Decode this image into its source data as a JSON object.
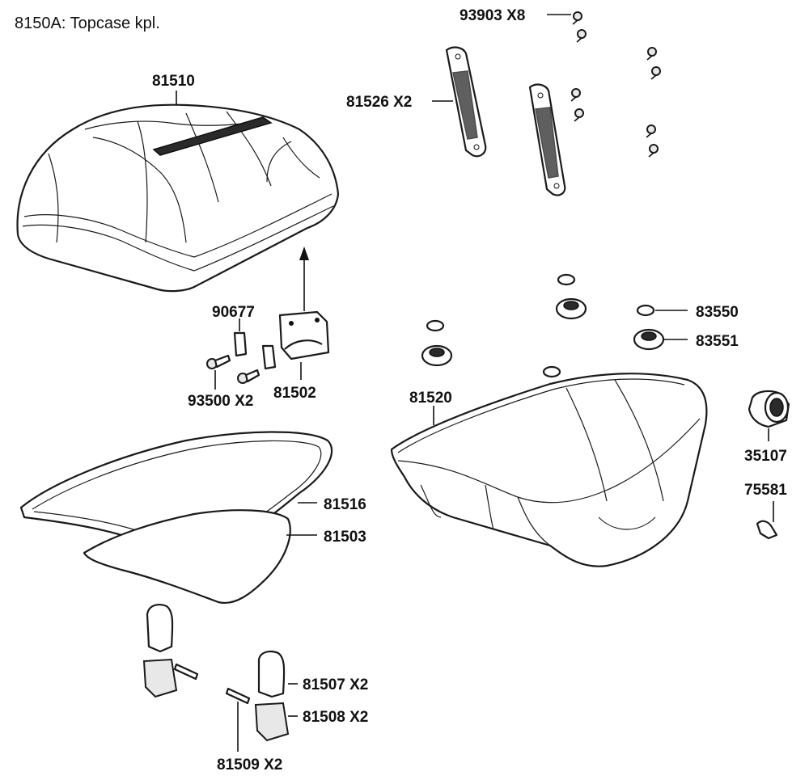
{
  "title": "8150A: Topcase kpl.",
  "labels": {
    "p93903": "93903 X8",
    "p81510": "81510",
    "p81526": "81526 X2",
    "p90677": "90677",
    "p93500": "93500 X2",
    "p81502": "81502",
    "p83550": "83550",
    "p83551": "83551",
    "p81520": "81520",
    "p35107": "35107",
    "p75581": "75581",
    "p81516": "81516",
    "p81503": "81503",
    "p81507": "81507 X2",
    "p81508": "81508 X2",
    "p81509": "81509 X2"
  }
}
